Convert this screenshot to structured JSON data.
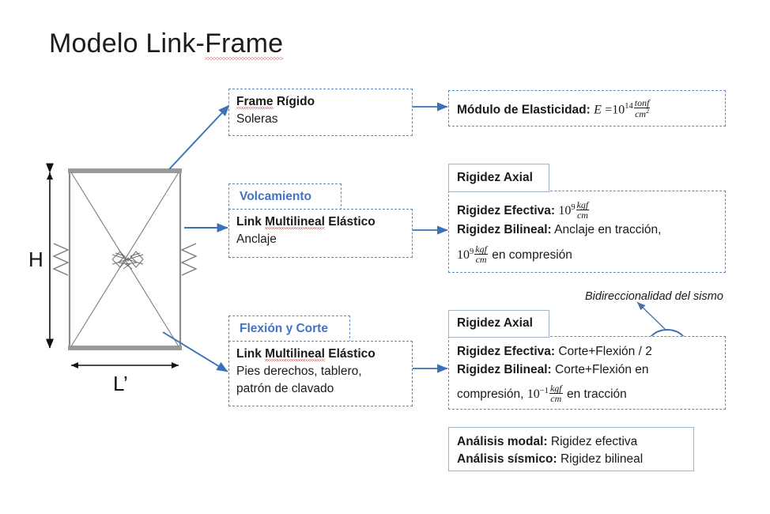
{
  "slide": {
    "title_pre": "Modelo Link-",
    "title_misspelled": "Frame"
  },
  "diagram": {
    "name": "wall-panel-link-frame-model",
    "dimension_height_label": "H",
    "dimension_length_label": "L’",
    "elements": {
      "top_plate": "solera-superior",
      "bottom_plate": "solera-inferior",
      "diagonals": "links-diagonales",
      "center_spring": "link-central",
      "left_spring": "link-anclaje-izquierdo",
      "right_spring": "link-anclaje-derecho"
    }
  },
  "boxes": {
    "frame_rigido": {
      "title_pre": "",
      "title_misspelled": "Frame",
      "title_post": " Rígido",
      "subtitle": "Soleras"
    },
    "modulo_elasticidad": {
      "label": "Módulo de Elasticidad:",
      "formula_plain": "E = 10^14 tonf/cm^2",
      "symbol": "E",
      "equals": "=",
      "base": "10",
      "exponent": "14",
      "numerator": "tonf",
      "denominator": "cm",
      "denominator_exp": "2"
    },
    "volcamiento": {
      "tag": "Volcamiento",
      "title_pre": "Link ",
      "title_misspelled": "Multilineal",
      "title_post": " Elástico",
      "subtitle": "Anclaje"
    },
    "rigidez_axial_1": {
      "tag": "Rigidez Axial",
      "line1_label": "Rigidez Efectiva:",
      "line1_base": "10",
      "line1_exp": "9",
      "line1_num": "kgf",
      "line1_den": "cm",
      "line2_label": "Rigidez Bilineal:",
      "line2_value": "Anclaje en tracción,",
      "line3_base": "10",
      "line3_exp": "9",
      "line3_num": "kgf",
      "line3_den": "cm",
      "line3_tail": "en compresión"
    },
    "flexion_corte": {
      "tag": "Flexión y Corte",
      "title_pre": "Link ",
      "title_misspelled": "Multilineal",
      "title_post": " Elástico",
      "subtitle_line1": "Pies derechos, tablero,",
      "subtitle_line2": "patrón de clavado"
    },
    "rigidez_axial_2": {
      "tag": "Rigidez Axial",
      "line1_label": "Rigidez Efectiva:",
      "line1_value": "Corte+Flexión",
      "line1_circled": "/ 2",
      "line2_label": "Rigidez Bilineal:",
      "line2_value": "Corte+Flexión en",
      "line3_pre": "compresión,",
      "line3_base": "10",
      "line3_exp": "−1",
      "line3_num": "kgf",
      "line3_den": "cm",
      "line3_tail": "en tracción"
    },
    "analisis": {
      "line1_label": "Análisis modal:",
      "line1_value": "Rigidez efectiva",
      "line2_label": "Análisis sísmico:",
      "line2_value": "Rigidez bilineal"
    }
  },
  "annotations": {
    "bidireccionalidad": "Bidireccionalidad del sismo"
  },
  "colors": {
    "accent_blue": "#4472C4",
    "dashed_border": "#5b8bc4",
    "solid_border": "#9fb4cc",
    "arrow_blue": "#3a72b8",
    "wall_gray": "#8c8c8c",
    "spellcheck_red": "#d33333",
    "text": "#1a1a1a"
  }
}
